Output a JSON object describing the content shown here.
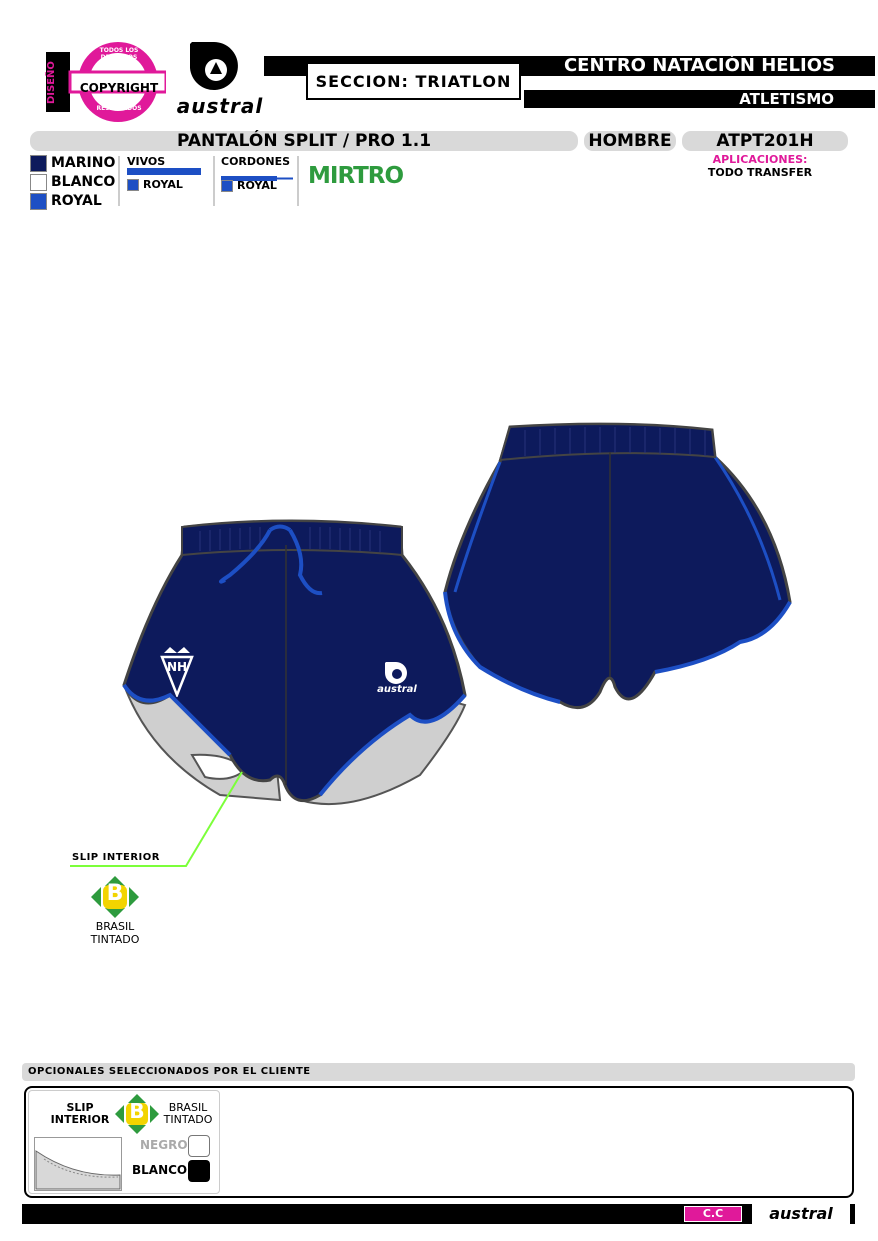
{
  "header": {
    "stamp_side": "DISEÑO",
    "stamp_ring_top": "TODOS LOS DERECHOS",
    "stamp_center": "COPYRIGHT",
    "stamp_ring_bottom": "RESERVADOS",
    "brand_wordmark": "austral",
    "section": "SECCION: TRIATLON",
    "client": "CENTRO NATACIÓN HELIOS",
    "sport": "ATLETISMO"
  },
  "product_bar": {
    "model": "PANTALÓN SPLIT / PRO 1.1",
    "gender": "HOMBRE",
    "code": "ATPT201H"
  },
  "colors": {
    "items": [
      {
        "label": "MARINO",
        "hex": "#0d1a5c"
      },
      {
        "label": "BLANCO",
        "hex": "#ffffff"
      },
      {
        "label": "ROYAL",
        "hex": "#1d4fc4"
      }
    ],
    "vivos_title": "VIVOS",
    "vivos_color": "ROYAL",
    "cordones_title": "CORDONES",
    "cordones_color": "ROYAL",
    "fabric": "MIRTRO",
    "applications_title": "APLICACIONES:",
    "applications_value": "TODO TRANSFER"
  },
  "garment": {
    "crest_text": "NH",
    "brand_logo_text": "austral",
    "slip_label": "SLIP INTERIOR",
    "slip_fabric_line1": "BRASIL",
    "slip_fabric_line2": "TINTADO",
    "fabric_icon_letter": "B"
  },
  "options": {
    "title": "OPCIONALES SELECCIONADOS POR EL CLIENTE",
    "slip_line1": "SLIP",
    "slip_line2": "INTERIOR",
    "fabric_line1": "BRASIL",
    "fabric_line2": "TINTADO",
    "fabric_icon_letter": "B",
    "choice_1": "NEGRO",
    "choice_2": "BLANCO"
  },
  "footer": {
    "cc_label": "C.C",
    "brand": "austral"
  },
  "palette": {
    "navy": "#0d1a5c",
    "royal": "#1d4fc4",
    "magenta": "#e0199a",
    "green": "#2e9b3e",
    "lime": "#7cff3a",
    "yellow": "#f2d400"
  }
}
